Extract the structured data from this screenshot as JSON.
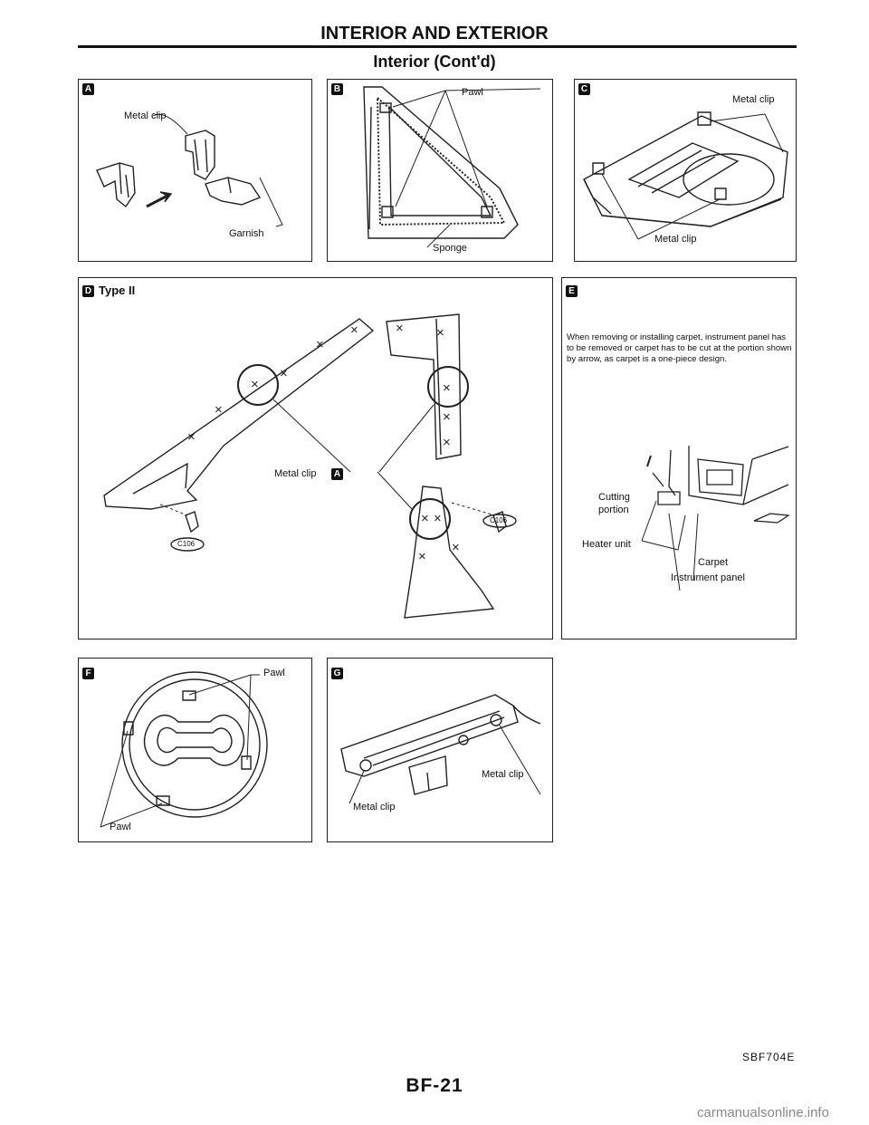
{
  "header": {
    "title": "INTERIOR AND EXTERIOR",
    "subtitle": "Interior (Cont'd)"
  },
  "panel_a": {
    "badge": "A",
    "metal_clip": "Metal clip",
    "garnish": "Garnish"
  },
  "panel_b": {
    "badge": "B",
    "pawl": "Pawl",
    "sponge": "Sponge"
  },
  "panel_c": {
    "badge": "C",
    "metal_clip_top": "Metal clip",
    "metal_clip_bottom": "Metal clip"
  },
  "panel_d": {
    "badge": "D",
    "type": "Type II",
    "metal_clip": "Metal clip",
    "metal_clip_ref": "A",
    "clip_code_left": "C106",
    "clip_code_right": "C106"
  },
  "panel_e": {
    "badge": "E",
    "note": "When removing or installing carpet, instrument panel has to be removed or carpet has to be cut at the portion shown by arrow, as carpet is a one-piece design.",
    "cutting": "Cutting",
    "portion": "portion",
    "heater_unit": "Heater unit",
    "carpet": "Carpet",
    "instrument_panel": "Instrument panel"
  },
  "panel_f": {
    "badge": "F",
    "pawl_top": "Pawl",
    "pawl_bottom": "Pawl"
  },
  "panel_g": {
    "badge": "G",
    "metal_clip_right": "Metal clip",
    "metal_clip_bottom": "Metal clip"
  },
  "footer": {
    "figure_code": "SBF704E",
    "page_number": "BF-21",
    "watermark": "carmanualsonline.info"
  }
}
